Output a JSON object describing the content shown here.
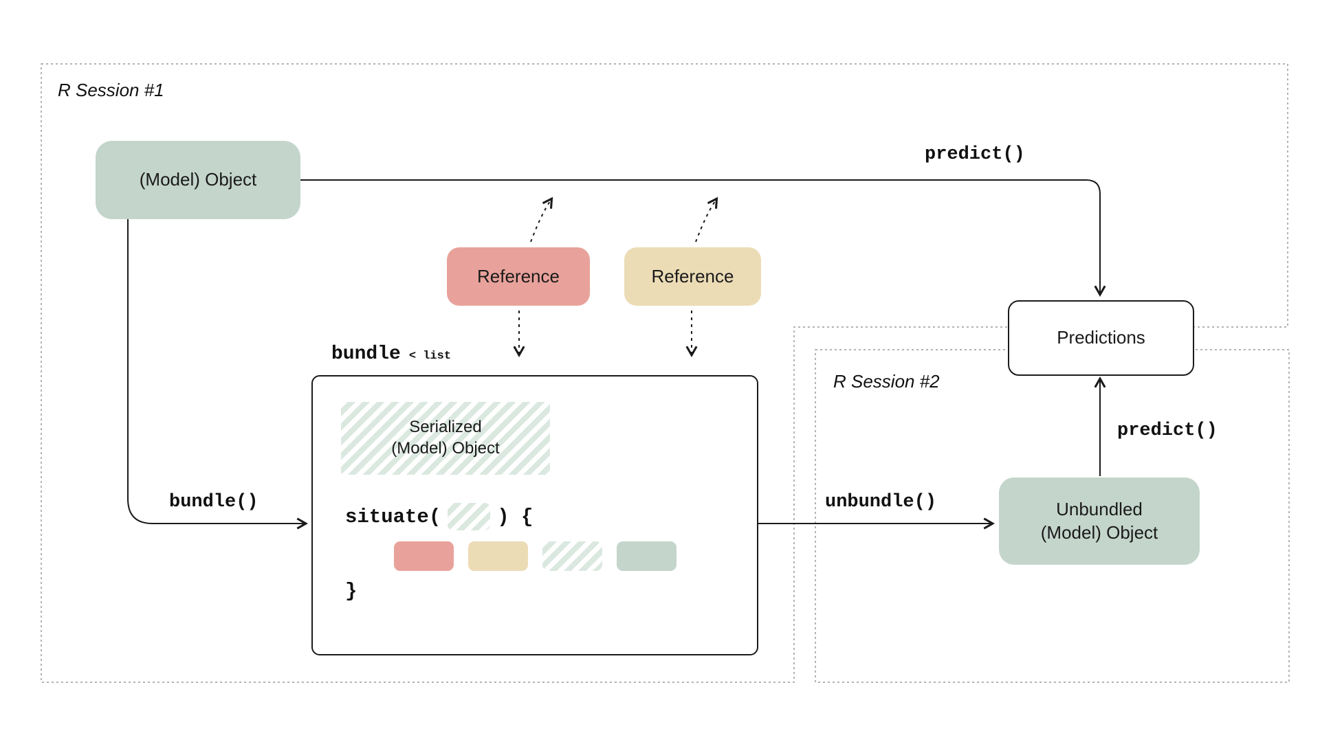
{
  "sessions": {
    "session1_label": "R Session #1",
    "session2_label": "R Session #2"
  },
  "nodes": {
    "model_object": "(Model) Object",
    "reference_1": "Reference",
    "reference_2": "Reference",
    "predictions": "Predictions",
    "serialized_line1": "Serialized",
    "serialized_line2": "(Model) Object",
    "unbundled_line1": "Unbundled",
    "unbundled_line2": "(Model) Object"
  },
  "bundle_header": {
    "name": "bundle",
    "type_tag": "< list"
  },
  "code": {
    "situate_open": "situate(",
    "situate_close": ") {",
    "brace_close": "}"
  },
  "functions": {
    "predict_session1": "predict()",
    "predict_session2": "predict()",
    "bundle_call": "bundle()",
    "unbundle_call": "unbundle()"
  },
  "colors": {
    "sage": "#c4d5cc",
    "salmon": "#e8a29b",
    "tan": "#ecdcb6",
    "hatch_stripe": "#dbe8e0",
    "box_background": "#ffffff",
    "line": "#1a1a1a",
    "session_border": "#999999"
  }
}
